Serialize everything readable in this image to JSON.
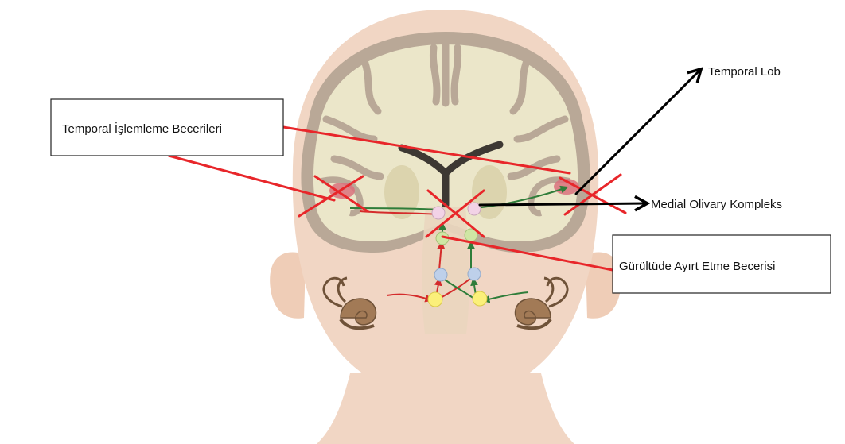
{
  "labels": {
    "temporal_processing": "Temporal İşlemleme Becerileri",
    "temporal_lobe": "Temporal Lob",
    "medial_olivary": "Medial Olivary Kompleks",
    "speech_in_noise": "Gürültüde Ayırt Etme Becerisi"
  },
  "colors": {
    "background": "#ffffff",
    "head_skin": "#f1d6c4",
    "brain_outer": "#b9a897",
    "brain_fill": "#ebe6c9",
    "ventricle": "#3d3833",
    "annotation_red": "#e8262a",
    "annotation_black": "#000000",
    "pathway_red": "#d42b2b",
    "pathway_green": "#2f7d3a",
    "auditory_cortex": "#d9717c",
    "nucleus_pink": "#f2d2e6",
    "nucleus_green": "#cfe6a4",
    "nucleus_blue": "#bed0ea",
    "nucleus_yellow": "#fbf07a",
    "cochlea": "#a27a56"
  },
  "icons": [
    "cochlea-left-icon",
    "cochlea-right-icon",
    "cross-mark-icon",
    "arrow-icon"
  ]
}
